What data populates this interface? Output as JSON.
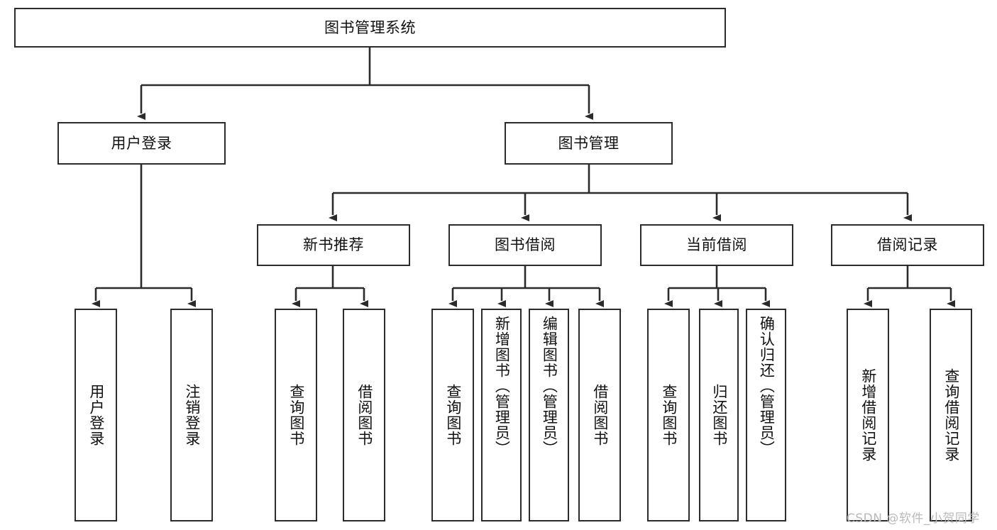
{
  "diagram": {
    "title": "图书管理系统",
    "type": "tree-hierarchy-chart",
    "colors": {
      "box_border": "#2b2b2b",
      "box_fill": "#ffffff",
      "edge": "#2b2b2b",
      "text": "#111111",
      "watermark": "#b9b9b9",
      "background": "#ffffff"
    }
  },
  "root": {
    "label": "图书管理系统"
  },
  "level2": [
    {
      "label": "用户登录"
    },
    {
      "label": "图书管理"
    }
  ],
  "level3": [
    {
      "label": "新书推荐"
    },
    {
      "label": "图书借阅"
    },
    {
      "label": "当前借阅"
    },
    {
      "label": "借阅记录"
    }
  ],
  "leaves": {
    "user_login": [
      {
        "label": "用户登录"
      },
      {
        "label": "注销登录"
      }
    ],
    "new_book_recommend": [
      {
        "label": "查询图书"
      },
      {
        "label": "借阅图书"
      }
    ],
    "book_borrow": [
      {
        "label": "查询图书"
      },
      {
        "label": "新增图书（管理员）"
      },
      {
        "label": "编辑图书（管理员）"
      },
      {
        "label": "借阅图书"
      }
    ],
    "current_borrow": [
      {
        "label": "查询图书"
      },
      {
        "label": "归还图书"
      },
      {
        "label": "确认归还（管理员）"
      }
    ],
    "borrow_record": [
      {
        "label": "新增借阅记录"
      },
      {
        "label": "查询借阅记录"
      }
    ]
  },
  "watermark": {
    "text": "CSDN @软件_小贺同学"
  }
}
